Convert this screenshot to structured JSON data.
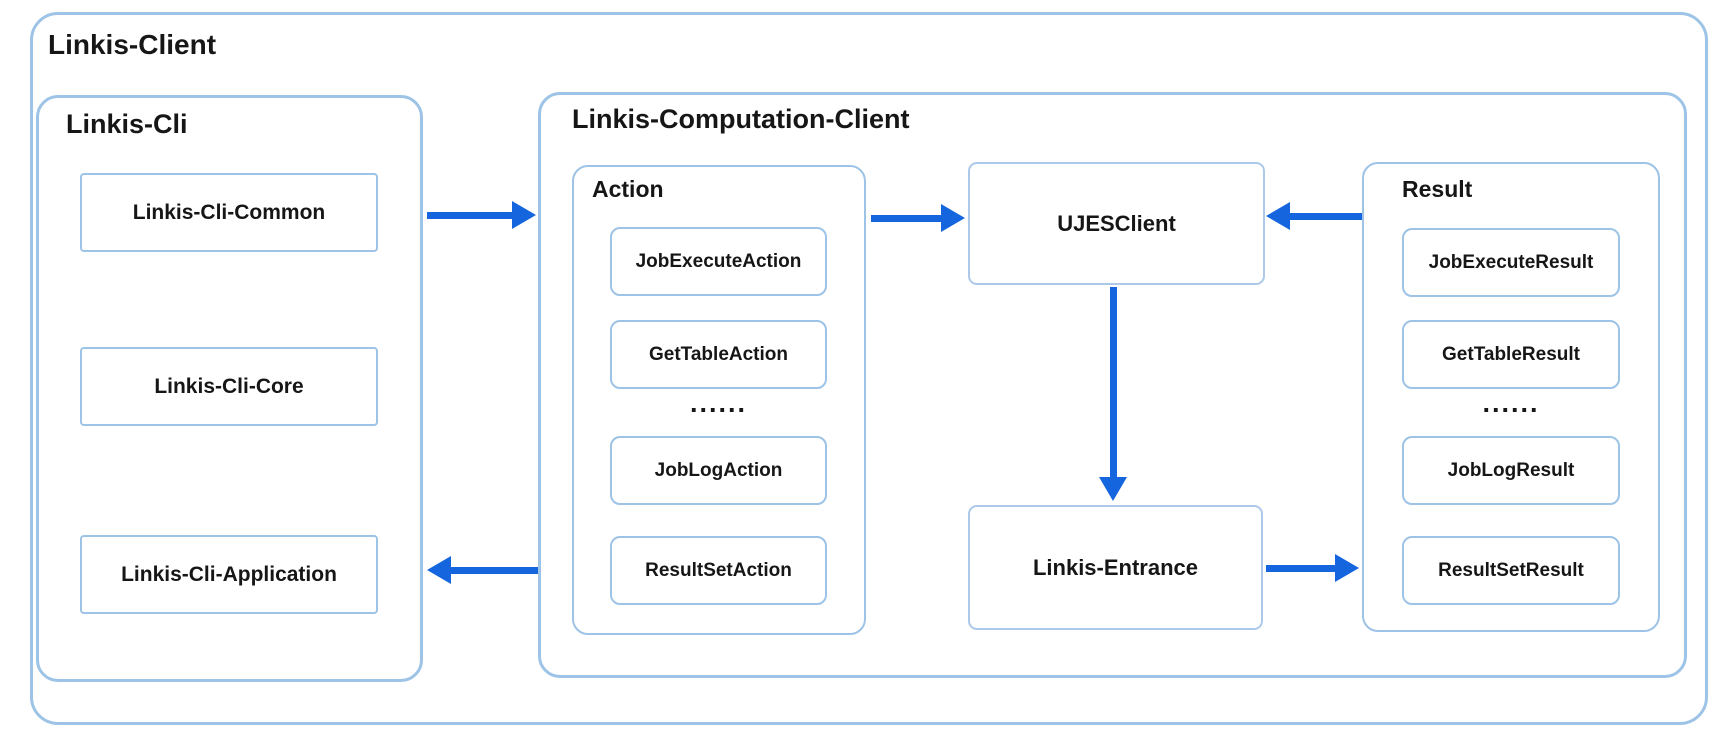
{
  "colors": {
    "arrow": "#1565DE",
    "border_light": "#9DC3E6",
    "border_lighter": "#ACC9EA",
    "text": "#161616"
  },
  "outer": {
    "title": "Linkis-Client"
  },
  "linkis_cli": {
    "title": "Linkis-Cli",
    "items": [
      "Linkis-Cli-Common",
      "Linkis-Cli-Core",
      "Linkis-Cli-Application"
    ]
  },
  "computation": {
    "title": "Linkis-Computation-Client",
    "action": {
      "title": "Action",
      "items": [
        "JobExecuteAction",
        "GetTableAction",
        "JobLogAction",
        "ResultSetAction"
      ],
      "ellipsis": "......"
    },
    "ujes": "UJESClient",
    "entrance": "Linkis-Entrance",
    "result": {
      "title": "Result",
      "items": [
        "JobExecuteResult",
        "GetTableResult",
        "JobLogResult",
        "ResultSetResult"
      ],
      "ellipsis": "......"
    }
  }
}
